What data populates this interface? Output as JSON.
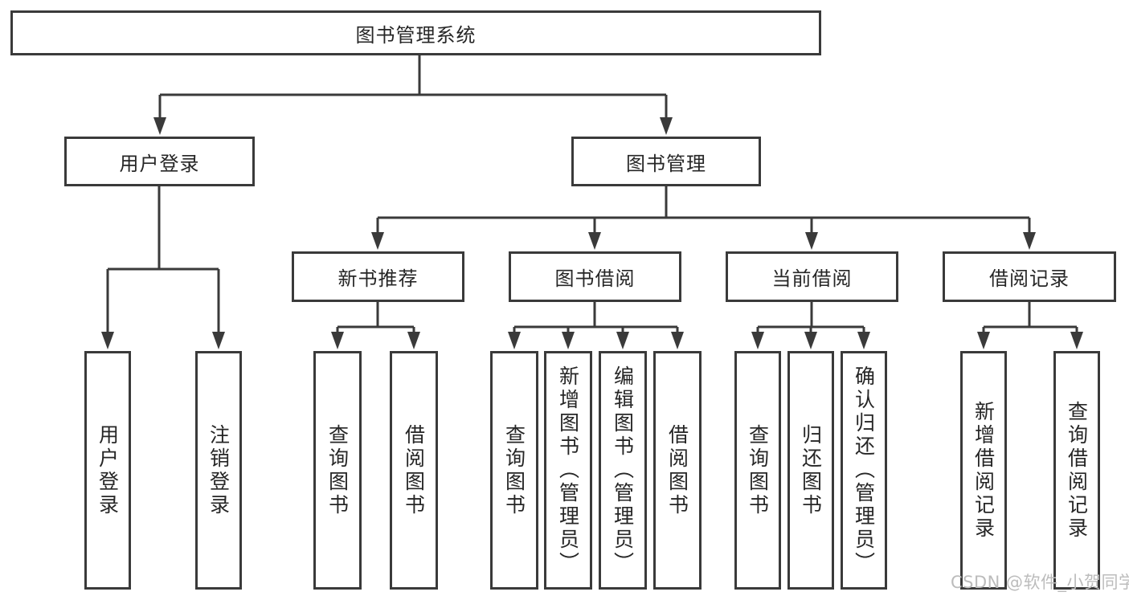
{
  "diagram": {
    "root": {
      "label": "图书管理系统"
    },
    "branches": [
      {
        "label": "用户登录",
        "children": [
          {
            "label": "用户登录"
          },
          {
            "label": "注销登录"
          }
        ]
      },
      {
        "label": "图书管理",
        "children": [
          {
            "label": "新书推荐",
            "children": [
              {
                "label": "查询图书"
              },
              {
                "label": "借阅图书"
              }
            ]
          },
          {
            "label": "图书借阅",
            "children": [
              {
                "label": "查询图书"
              },
              {
                "label": "新增图书（管理员）"
              },
              {
                "label": "编辑图书（管理员）"
              },
              {
                "label": "借阅图书"
              }
            ]
          },
          {
            "label": "当前借阅",
            "children": [
              {
                "label": "查询图书"
              },
              {
                "label": "归还图书"
              },
              {
                "label": "确认归还（管理员）"
              }
            ]
          },
          {
            "label": "借阅记录",
            "children": [
              {
                "label": "新增借阅记录"
              },
              {
                "label": "查询借阅记录"
              }
            ]
          }
        ]
      }
    ]
  },
  "watermark": {
    "text": "CSDN @软件_小贺同学"
  },
  "colors": {
    "line": "#3a3a3a",
    "box_border": "#3a3a3a",
    "box_background": "#ffffff",
    "text": "#262626",
    "watermark": "#bcbcbc",
    "page_background": "#ffffff"
  }
}
